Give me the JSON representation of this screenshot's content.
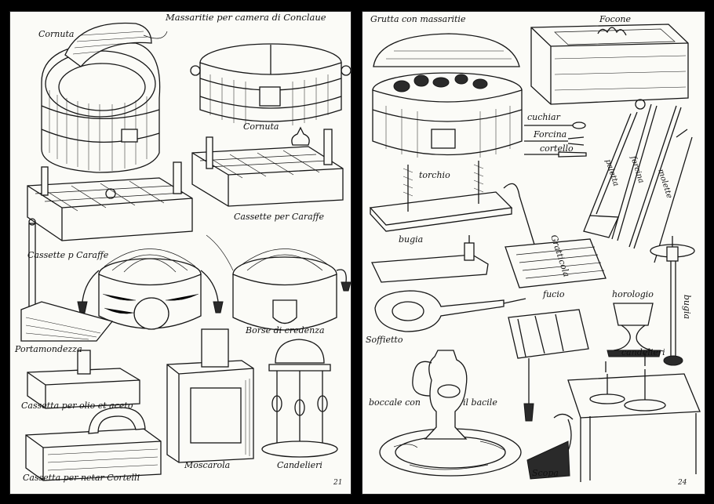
{
  "left_page": {
    "title": "Massaritie per camera di Conclaue",
    "page_number": "21",
    "labels": {
      "cornuta_open": "Cornuta",
      "cornuta_closed": "Cornuta",
      "cassette_caraffe_right": "Cassette per Caraffe",
      "cassette_caraffe_left": "Cassette p Caraffe",
      "borse": "Borse di credenza",
      "portamondezza": "Portamondezza",
      "cassetta_olio": "Cassetta per olio et aceto",
      "cassetta_cortelli": "Cassetta per netar Cortelli",
      "moscarola": "Moscarola",
      "candelieri": "Candelieri"
    }
  },
  "right_page": {
    "page_number": "24",
    "labels": {
      "grutta": "Grutta con massaritie",
      "focone": "Focone",
      "cuchiar": "cuchiar",
      "forcina": "Forcina",
      "cortello": "cortello",
      "torchio": "torchio",
      "bugia_left": "bugia",
      "gratticola": "Gratticola",
      "soffietto": "Soffietto",
      "fucio": "fucio",
      "horologio": "horologio",
      "bugia_right": "bugia",
      "candelieri": "candelieri",
      "boccale": "boccale con",
      "bacile": "il bacile",
      "scopa": "Scopa",
      "paletta": "paletta",
      "forcina_tongs": "forcina",
      "molette": "molette"
    }
  }
}
